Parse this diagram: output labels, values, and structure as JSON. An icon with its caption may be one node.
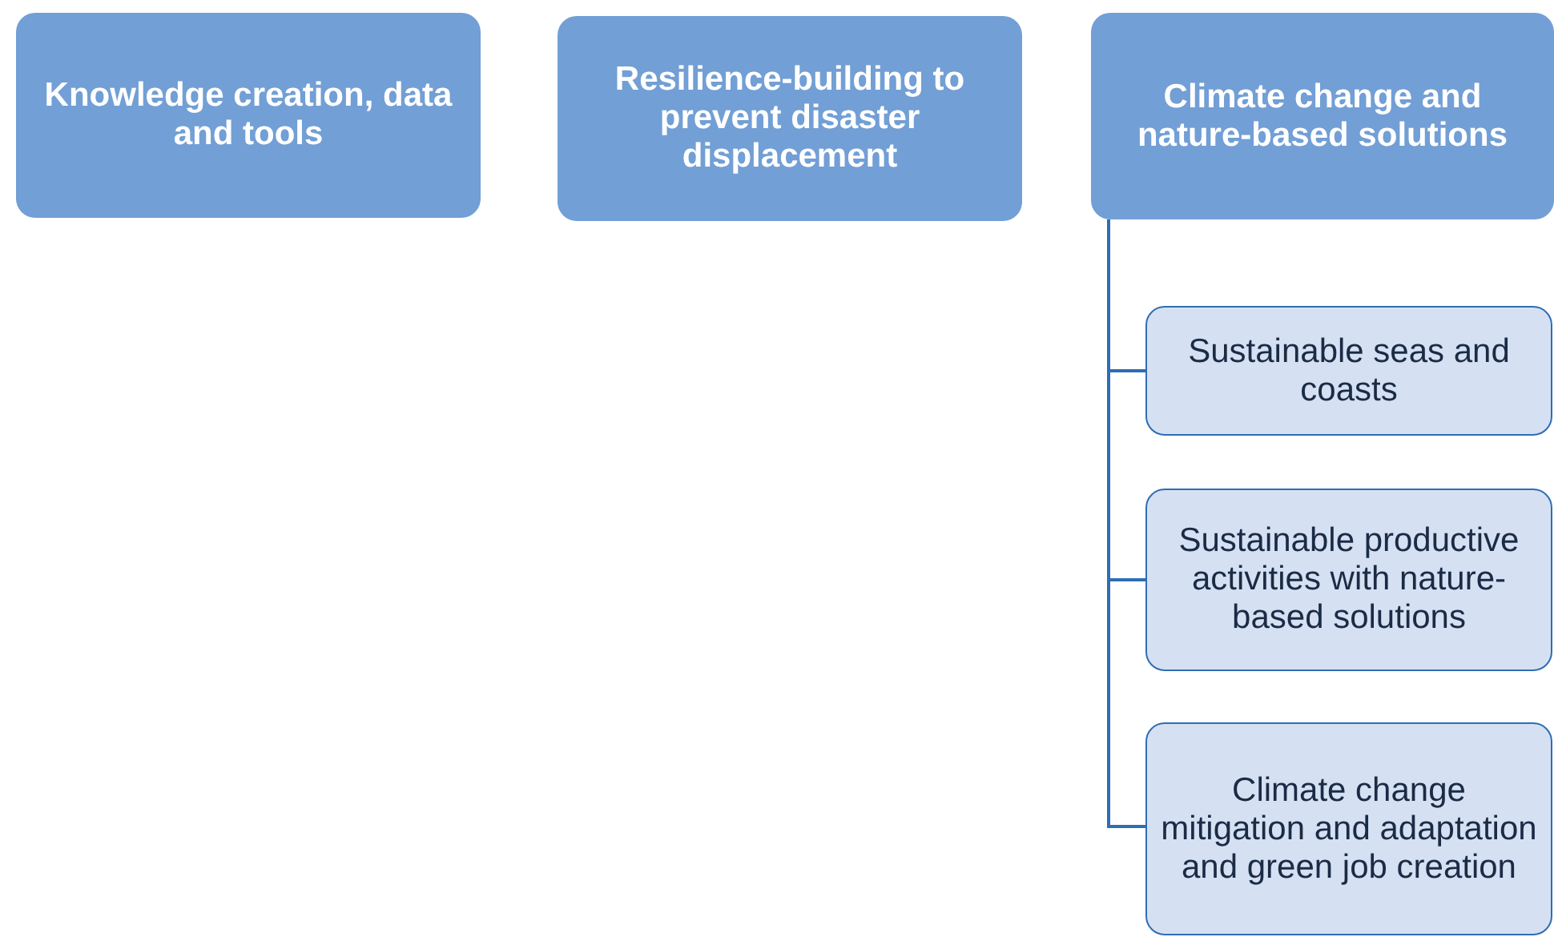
{
  "diagram": {
    "nodes": [
      {
        "text": [
          "Knowledge creation, data and tools"
        ]
      },
      {
        "text": [
          "Resilience-building to prevent disaster displacement"
        ]
      },
      {
        "text": [
          "Climate change and nature-based solutions"
        ]
      },
      {
        "text": [
          "Sustainable seas and coasts"
        ]
      },
      {
        "text": [
          "Sustainable productive activities with nature-based solutions"
        ]
      },
      {
        "text": [
          "Climate change mitigation and adaptation and green job creation"
        ]
      }
    ],
    "edges": [
      {
        "from": 2,
        "to": 3,
        "arrow": "none"
      },
      {
        "from": 2,
        "to": 4,
        "arrow": "none"
      },
      {
        "from": 2,
        "to": 5,
        "arrow": "none"
      }
    ]
  }
}
